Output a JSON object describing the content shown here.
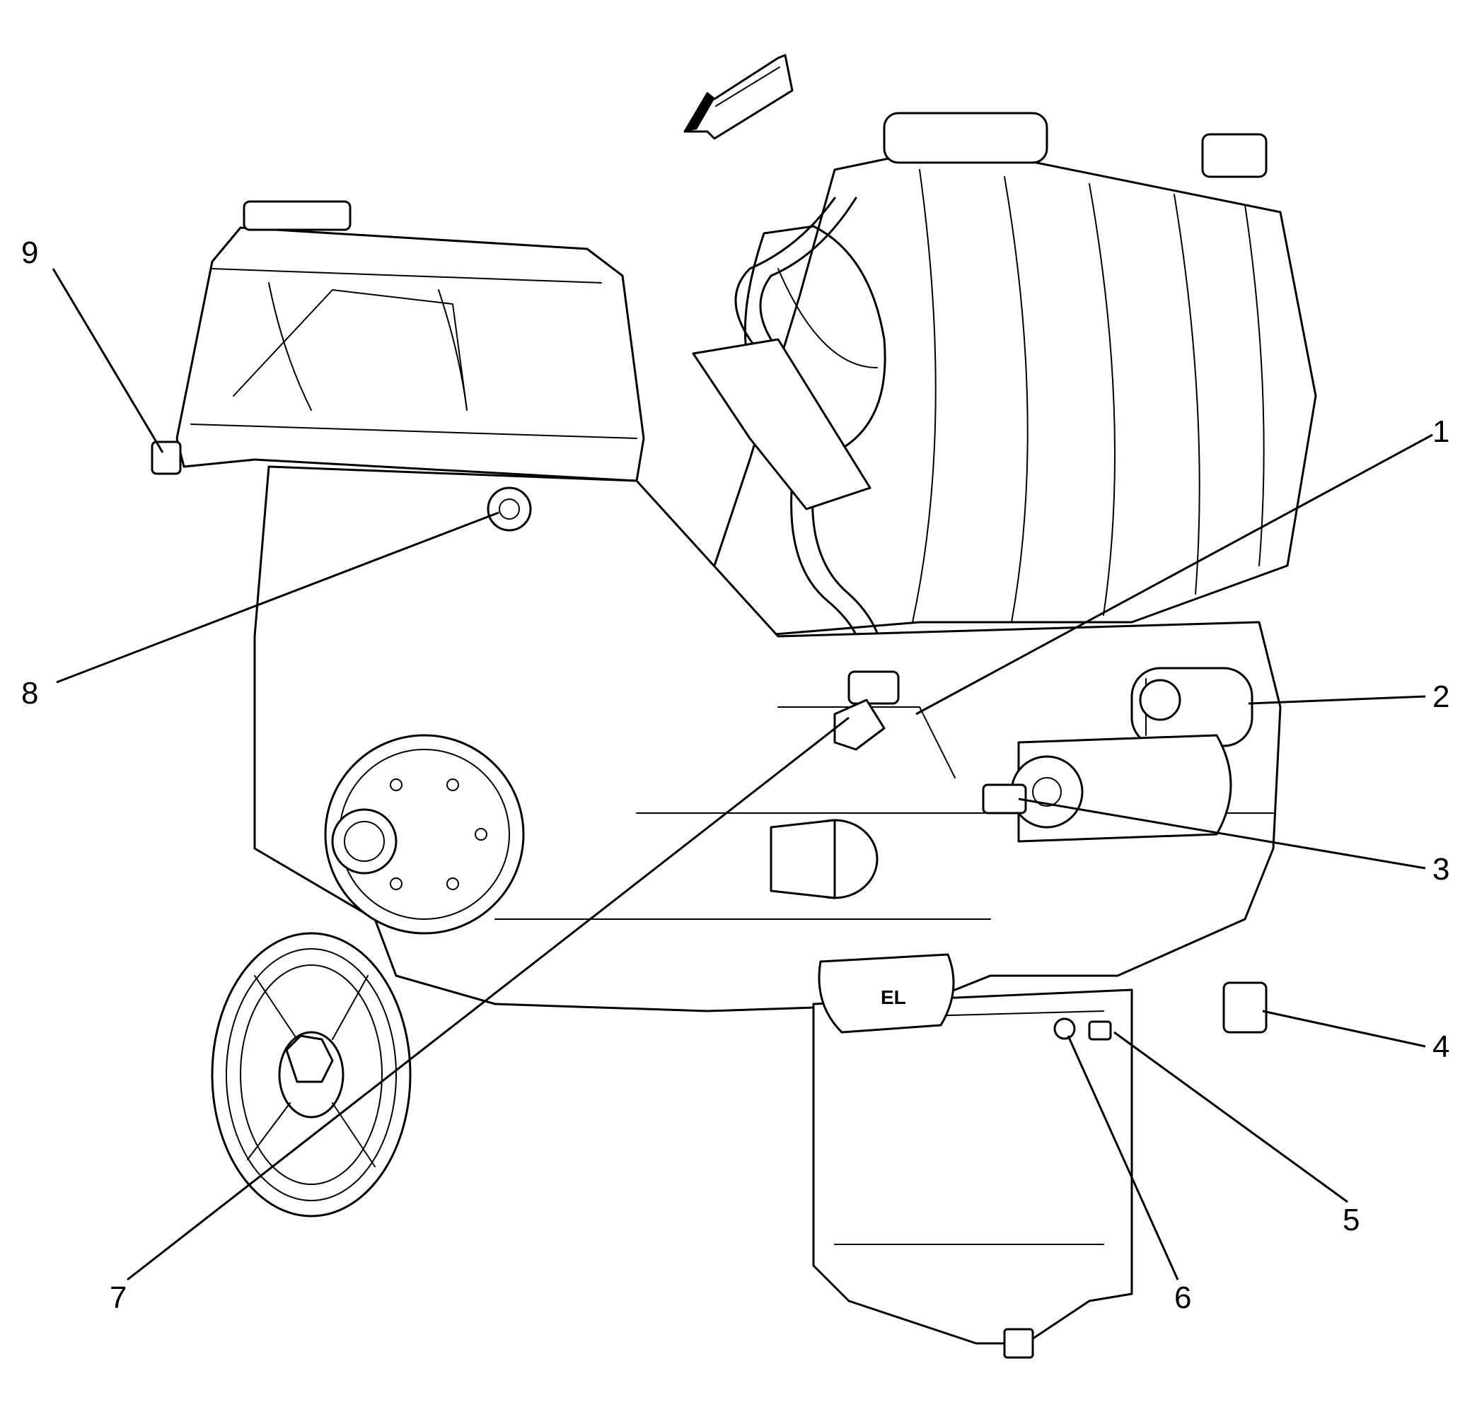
{
  "figure": {
    "direction_arrow_icon": "front-direction-arrow-icon",
    "stamp_text": "EL",
    "callouts": [
      "1",
      "2",
      "3",
      "4",
      "5",
      "6",
      "7",
      "8",
      "9"
    ]
  }
}
